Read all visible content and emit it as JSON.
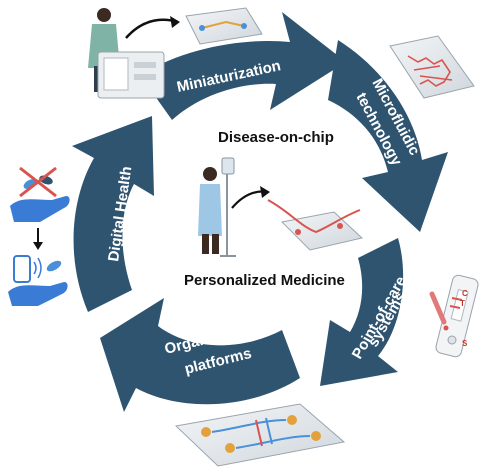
{
  "diagram": {
    "cycle_labels": {
      "miniaturization": "Miniaturization",
      "microfluidic_line1": "Microfluidic",
      "microfluidic_line2": "technology",
      "poc_line1": "Point-of-care",
      "poc_line2": "systems",
      "ooc_line1": "Organ-on-chip",
      "ooc_line2": "platforms",
      "digital_health": "Digital Health"
    },
    "center_labels": {
      "top": "Disease-on-chip",
      "bottom": "Personalized Medicine"
    },
    "test_strip_marks": {
      "c": "C",
      "t": "T",
      "s": "S"
    },
    "colors": {
      "arrow": "#2f5470",
      "chip_red": "#d9534f",
      "skin": "#3b2a22"
    },
    "icons": [
      "doctor-figure-icon",
      "lab-instrument-icon",
      "microfluidic-chip-icon",
      "patient-with-iv-icon",
      "pill-hand-icon",
      "smartphone-hand-icon",
      "test-cassette-icon",
      "organ-chip-platform-icon"
    ]
  }
}
